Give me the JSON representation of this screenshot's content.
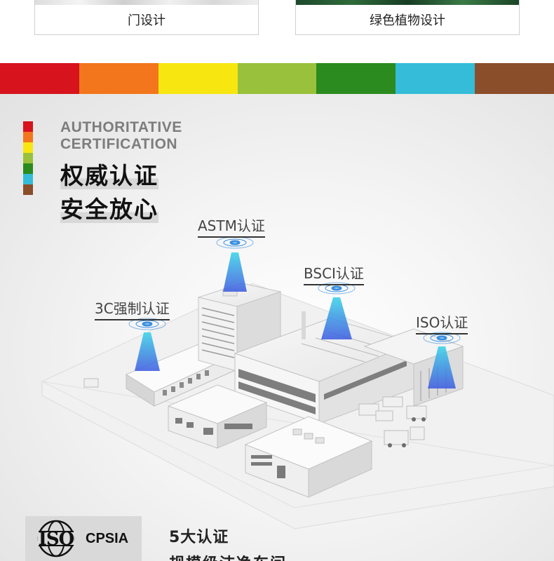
{
  "top_cards": {
    "left_caption": "门设计",
    "right_caption": "绿色植物设计"
  },
  "stripe_colors": [
    "#d7131d",
    "#f3761c",
    "#f8e611",
    "#99c13b",
    "#2b8b1f",
    "#35bcd8",
    "#8b4e2a"
  ],
  "certification": {
    "en_line1": "AUTHORITATIVE",
    "en_line2": "CERTIFICATION",
    "cn_line1": "权威认证",
    "cn_line2": "安全放心"
  },
  "labels": {
    "astm": "ASTM认证",
    "bsci": "BSCI认证",
    "ccc": "3C强制认证",
    "iso": "ISO认证"
  },
  "bottom": {
    "logo_iso": "ISO",
    "logo_cpsia": "CPSIA",
    "title": "5大认证",
    "subtitle": "规模级洁净车间"
  }
}
